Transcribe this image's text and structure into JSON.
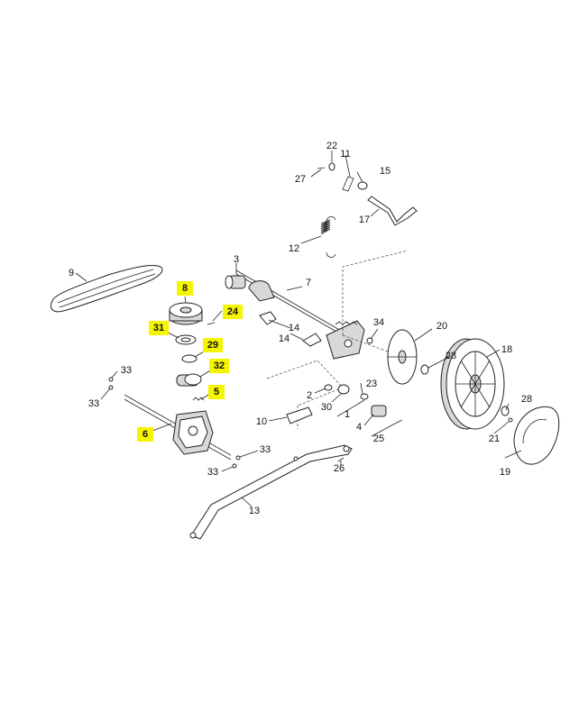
{
  "callouts": [
    {
      "id": "c1",
      "text": "1",
      "highlighted": false
    },
    {
      "id": "c2",
      "text": "2",
      "highlighted": false
    },
    {
      "id": "c3",
      "text": "3",
      "highlighted": false
    },
    {
      "id": "c4",
      "text": "4",
      "highlighted": false
    },
    {
      "id": "c5",
      "text": "5",
      "highlighted": true
    },
    {
      "id": "c6",
      "text": "6",
      "highlighted": true
    },
    {
      "id": "c7",
      "text": "7",
      "highlighted": false
    },
    {
      "id": "c8",
      "text": "8",
      "highlighted": true
    },
    {
      "id": "c9",
      "text": "9",
      "highlighted": false
    },
    {
      "id": "c10",
      "text": "10",
      "highlighted": false
    },
    {
      "id": "c11",
      "text": "11",
      "highlighted": false
    },
    {
      "id": "c12",
      "text": "12",
      "highlighted": false
    },
    {
      "id": "c13",
      "text": "13",
      "highlighted": false
    },
    {
      "id": "c14a",
      "text": "14",
      "highlighted": false
    },
    {
      "id": "c14b",
      "text": "14",
      "highlighted": false
    },
    {
      "id": "c15",
      "text": "15",
      "highlighted": false
    },
    {
      "id": "c17",
      "text": "17",
      "highlighted": false
    },
    {
      "id": "c18",
      "text": "18",
      "highlighted": false
    },
    {
      "id": "c19",
      "text": "19",
      "highlighted": false
    },
    {
      "id": "c20",
      "text": "20",
      "highlighted": false
    },
    {
      "id": "c21",
      "text": "21",
      "highlighted": false
    },
    {
      "id": "c22",
      "text": "22",
      "highlighted": false
    },
    {
      "id": "c23",
      "text": "23",
      "highlighted": false
    },
    {
      "id": "c24",
      "text": "24",
      "highlighted": true
    },
    {
      "id": "c25",
      "text": "25",
      "highlighted": false
    },
    {
      "id": "c26",
      "text": "26",
      "highlighted": false
    },
    {
      "id": "c27",
      "text": "27",
      "highlighted": false
    },
    {
      "id": "c28a",
      "text": "28",
      "highlighted": false
    },
    {
      "id": "c28b",
      "text": "28",
      "highlighted": false
    },
    {
      "id": "c29",
      "text": "29",
      "highlighted": true
    },
    {
      "id": "c30",
      "text": "30",
      "highlighted": false
    },
    {
      "id": "c31",
      "text": "31",
      "highlighted": true
    },
    {
      "id": "c32",
      "text": "32",
      "highlighted": true
    },
    {
      "id": "c33a",
      "text": "33",
      "highlighted": false
    },
    {
      "id": "c33b",
      "text": "33",
      "highlighted": false
    },
    {
      "id": "c33c",
      "text": "33",
      "highlighted": false
    },
    {
      "id": "c33d",
      "text": "33",
      "highlighted": false
    },
    {
      "id": "c34",
      "text": "34",
      "highlighted": false
    }
  ],
  "colors": {
    "highlight": "#f5f500",
    "line": "#222222",
    "background": "#ffffff"
  }
}
